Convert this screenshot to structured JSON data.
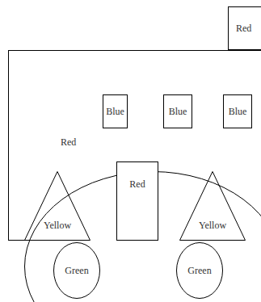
{
  "diagram": {
    "nodes": [
      {
        "text": [
          "Red"
        ]
      },
      {
        "text": [
          "Red"
        ]
      },
      {
        "text": [
          "Blue"
        ],
        "in": 1
      },
      {
        "text": [
          "Blue"
        ],
        "in": 1
      },
      {
        "text": [
          "Blue"
        ],
        "in": 1
      },
      {
        "text": [
          "Yellow"
        ],
        "in": 1
      },
      {
        "text": [
          "Red"
        ],
        "in": 1
      },
      {
        "text": [
          "Yellow"
        ],
        "in": 1
      },
      {
        "text": [
          "Green"
        ]
      },
      {
        "text": [
          "Green"
        ]
      }
    ]
  }
}
